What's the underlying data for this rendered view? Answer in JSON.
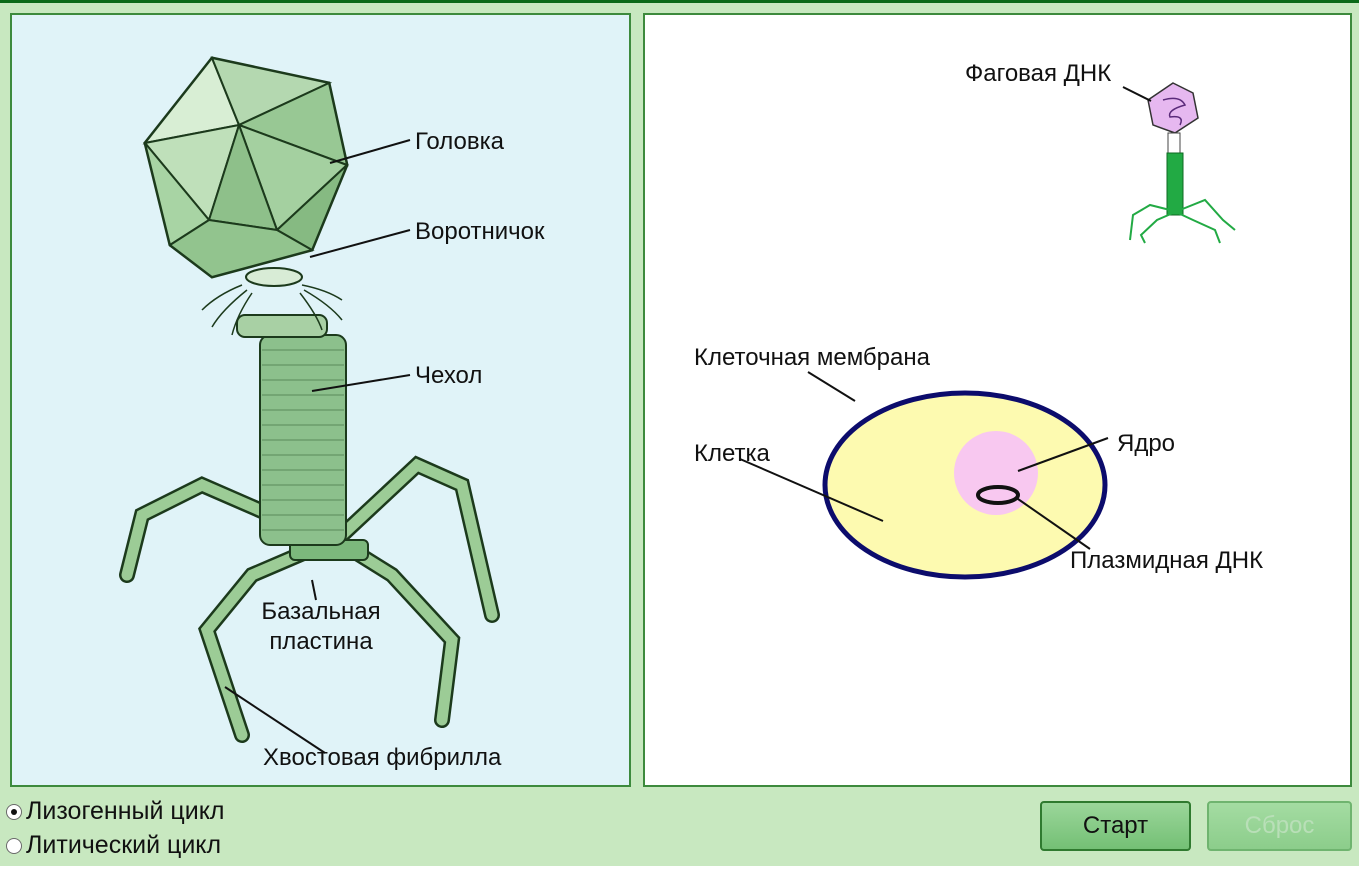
{
  "left_diagram": {
    "labels": {
      "head": "Головка",
      "collar": "Воротничок",
      "sheath": "Чехол",
      "base_plate_line1": "Базальная",
      "base_plate_line2": "пластина",
      "tail_fiber": "Хвостовая фибрилла"
    },
    "colors": {
      "background": "#e0f3f8",
      "phage": "#8cc08c",
      "outline": "#1c3a1c"
    }
  },
  "right_diagram": {
    "labels": {
      "phage_dna": "Фаговая ДНК",
      "cell_membrane": "Клеточная мембрана",
      "cell": "Клетка",
      "nucleus": "Ядро",
      "plasmid_dna": "Плазмидная ДНК"
    },
    "colors": {
      "cell_fill": "#fdfab0",
      "membrane": "#0c0c6c",
      "nucleus": "#f8c8f0",
      "phage_head": "#e6b8f0",
      "phage_tail": "#22aa44"
    }
  },
  "controls": {
    "radio_lysogenic": {
      "label": "Лизогенный цикл",
      "checked": true
    },
    "radio_lytic": {
      "label": "Литический цикл",
      "checked": false
    },
    "start_button": "Старт",
    "reset_button": "Сброс"
  }
}
